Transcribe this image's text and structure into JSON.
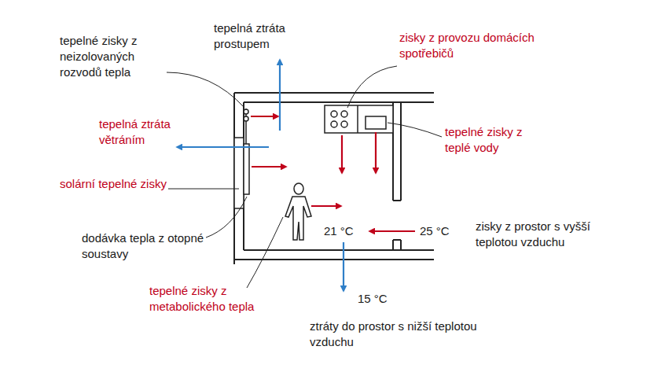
{
  "diagram": {
    "labels": [
      "tepelné zisky z neizolovaných rozvodů tepla",
      "tepelná ztráta prostupem",
      "zisky z provozu domácích spotřebičů",
      "tepelná ztráta větráním",
      "tepelné zisky z teplé vody",
      "solární tepelné zisky",
      "21 °C",
      "25 °C",
      "zisky z prostor s vyšší teplotou vzduchu",
      "dodávka tepla z otopné soustavy",
      "tepelné zisky z metabolického tepla",
      "15 °C",
      "ztráty do prostor s nižší teplotou vzduchu"
    ]
  }
}
